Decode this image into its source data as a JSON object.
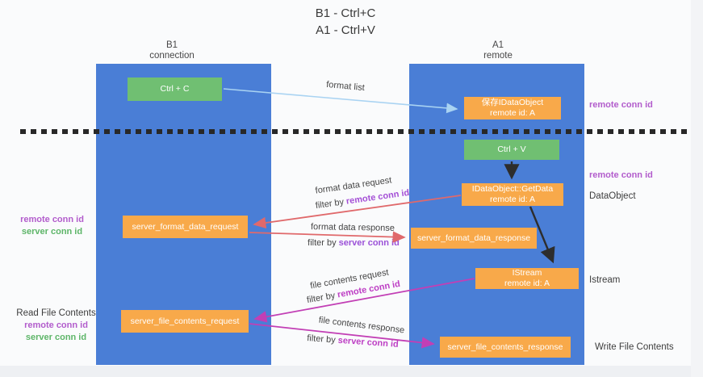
{
  "title": {
    "line1": "B1 - Ctrl+C",
    "line2": "A1 - Ctrl+V"
  },
  "columns": {
    "left": {
      "name": "B1",
      "role": "connection"
    },
    "right": {
      "name": "A1",
      "role": "remote"
    }
  },
  "nodes": {
    "ctrl_c": {
      "label": "Ctrl + C"
    },
    "save_dataobject": {
      "line1": "保存IDataObject",
      "line2": "remote id: A"
    },
    "ctrl_v": {
      "label": "Ctrl + V"
    },
    "getdata": {
      "line1": "IDataObject::GetData",
      "line2": "remote id: A"
    },
    "format_request": {
      "label": "server_format_data_request"
    },
    "format_response": {
      "label": "server_format_data_response"
    },
    "istream": {
      "line1": "IStream",
      "line2": "remote id: A"
    },
    "file_request": {
      "label": "server_file_contents_request"
    },
    "file_response": {
      "label": "server_file_contents_response"
    }
  },
  "edges": {
    "format_list": {
      "label": "format list"
    },
    "format_request": {
      "label": "format data request",
      "filter_prefix": "filter by",
      "filter_key": "remote conn id"
    },
    "format_response": {
      "label": "format data response",
      "filter_prefix": "filter by",
      "filter_key": "server conn id"
    },
    "file_request": {
      "label": "file contents request",
      "filter_prefix": "filter by",
      "filter_key": "remote conn id"
    },
    "file_response": {
      "label": "file contents response",
      "filter_prefix": "filter by",
      "filter_key": "server conn id"
    }
  },
  "annotations": {
    "right_remote_conn_top": "remote conn id",
    "right_remote_conn_mid": "remote conn id",
    "dataobject": "DataObject",
    "istream": "Istream",
    "write_file_contents": "Write File Contents",
    "left_remote_conn_mid": "remote conn id",
    "left_server_conn_mid": "server conn id",
    "read_file_contents": "Read File Contents",
    "left_remote_conn_bottom": "remote conn id",
    "left_server_conn_bottom": "server conn id"
  },
  "colors": {
    "column_blue": "#4a7ed6",
    "node_orange": "#f8a94a",
    "node_green": "#70bf72",
    "arrow_light_blue": "#a9d3f2",
    "arrow_salmon": "#e0696b",
    "arrow_magenta": "#c23fb5",
    "arrow_black": "#2d2d2d",
    "label_purple": "#b25ccc",
    "label_green": "#5db568",
    "filter_purple": "#a44fd6",
    "filter_magenta": "#bd3ec4"
  }
}
